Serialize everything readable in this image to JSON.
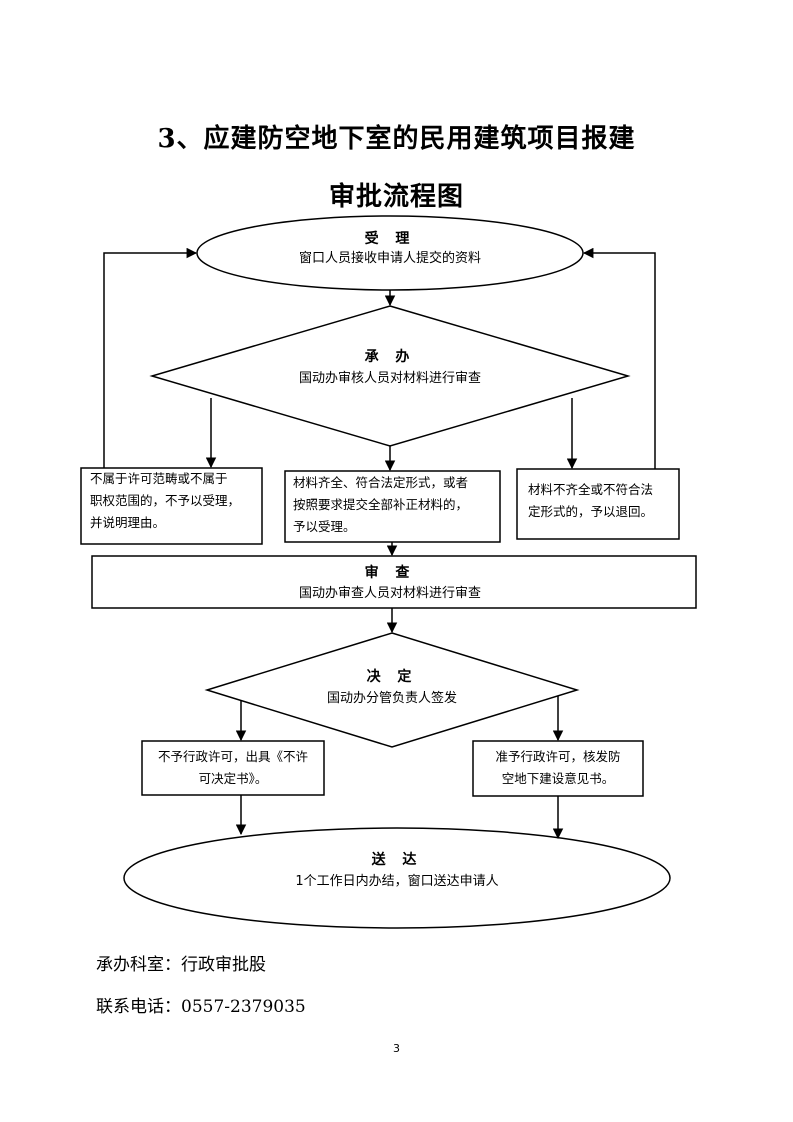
{
  "title": {
    "line1": "3、应建防空地下室的民用建筑项目报建",
    "line2": "审批流程图"
  },
  "nodes": {
    "accept": {
      "heading": "受 理",
      "detail": "窗口人员接收申请人提交的资料"
    },
    "handle": {
      "heading": "承 办",
      "detail": "国动办审核人员对材料进行审查"
    },
    "reject_scope": {
      "line1": "不属于许可范畴或不属于",
      "line2": "职权范围的，不予以受理，",
      "line3": "并说明理由。"
    },
    "accept_complete": {
      "line1": "材料齐全、符合法定形式，或者",
      "line2": "按照要求提交全部补正材料的，",
      "line3": "予以受理。"
    },
    "return_incomplete": {
      "line1": "材料不齐全或不符合法",
      "line2": "定形式的，予以退回。"
    },
    "review": {
      "heading": "审 查",
      "detail": "国动办审查人员对材料进行审查"
    },
    "decide": {
      "heading": "决 定",
      "detail": "国动办分管负责人签发"
    },
    "deny": {
      "line1": "不予行政许可，出具《不许",
      "line2": "可决定书》。"
    },
    "approve": {
      "line1": "准予行政许可，核发防",
      "line2": "空地下建设意见书。"
    },
    "deliver": {
      "heading": "送 达",
      "detail": "1个工作日内办结，窗口送达申请人"
    }
  },
  "footer": {
    "department": "承办科室：行政审批股",
    "phone": "联系电话：0557-2379035"
  },
  "page_number": "3"
}
